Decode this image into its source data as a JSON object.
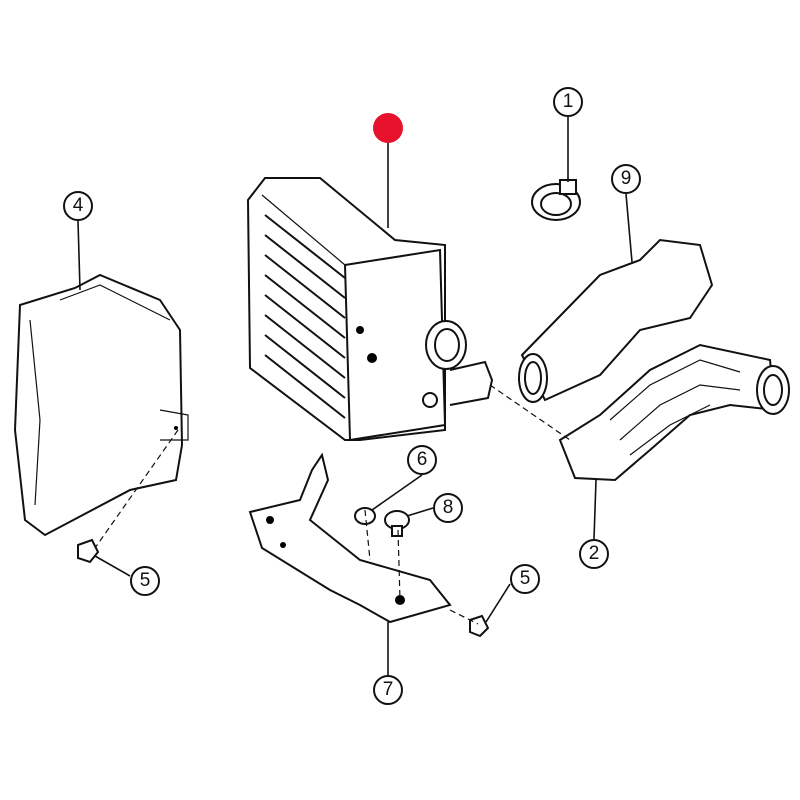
{
  "diagram": {
    "title": "Intercooler assembly exploded view",
    "highlight_color": "#e8112d",
    "callouts": [
      {
        "label": "1",
        "part": "hose-clamp"
      },
      {
        "label": "9",
        "part": "upper-hose"
      },
      {
        "label": "4",
        "part": "air-duct-shroud"
      },
      {
        "label": "6",
        "part": "nut"
      },
      {
        "label": "8",
        "part": "grommet-bolt"
      },
      {
        "label": "2",
        "part": "lower-hose"
      },
      {
        "label": "5",
        "part": "bolt-left"
      },
      {
        "label": "5",
        "part": "bolt-right"
      },
      {
        "label": "7",
        "part": "bracket"
      }
    ]
  }
}
